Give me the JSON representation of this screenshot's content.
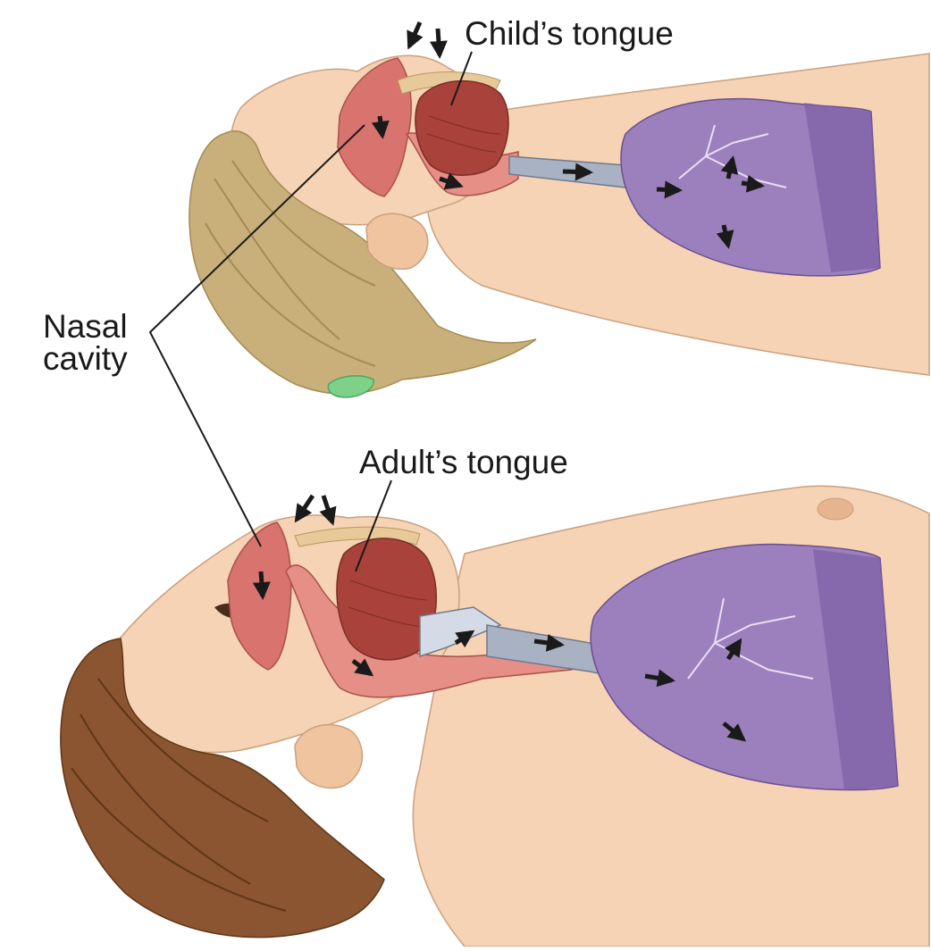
{
  "labels": {
    "child_tongue": "Child’s tongue",
    "adult_tongue": "Adult’s tongue",
    "nasal_line1": "Nasal",
    "nasal_line2": "cavity"
  },
  "colors": {
    "skin": "#f6d3b4",
    "skin_shadow": "#e8b892",
    "child_hair": "#c9b07a",
    "adult_hair": "#8a5530",
    "airway_tissue": "#d9736e",
    "tongue": "#a8423a",
    "bone": "#e7c99a",
    "trachea": "#a9b2c2",
    "lung": "#9c80bd",
    "lung_dark": "#7e5fa6",
    "hair_tie": "#7fd18a",
    "arrow": "#1a1a1a"
  }
}
